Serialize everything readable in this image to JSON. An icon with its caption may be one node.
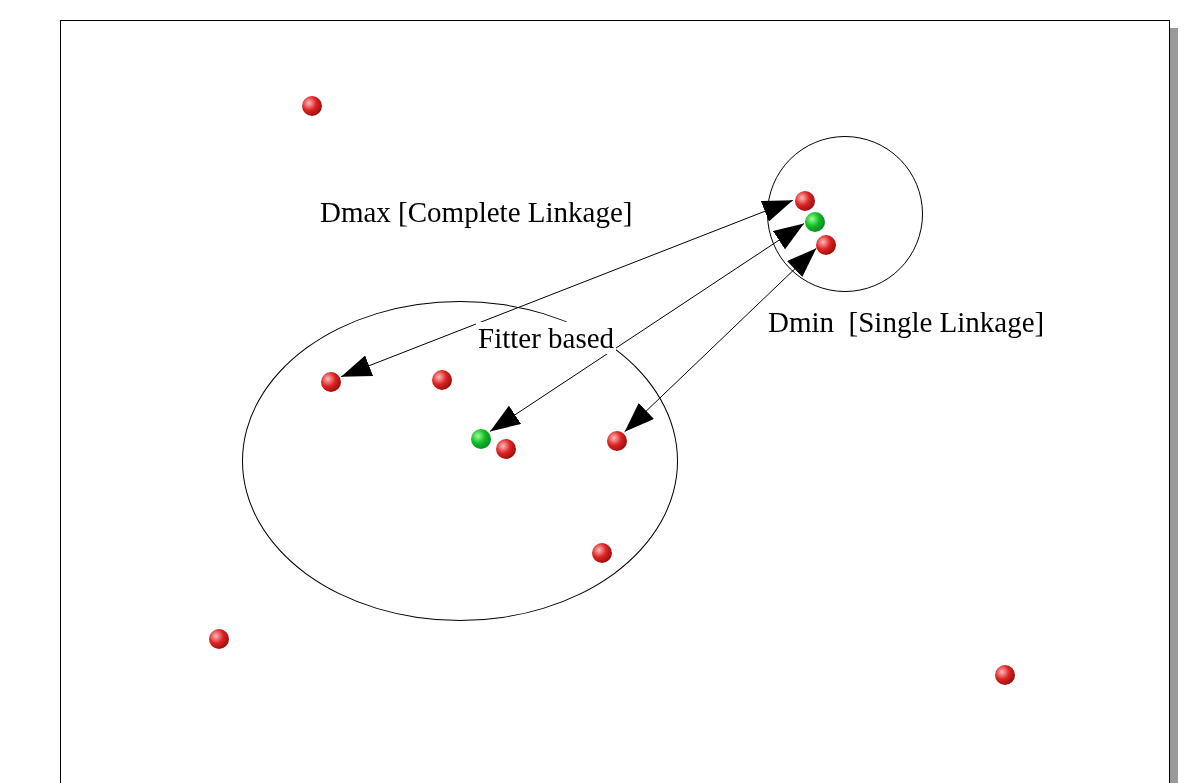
{
  "diagram": {
    "nodes": [
      {
        "text": [],
        "shape": "circle"
      },
      {
        "text": [],
        "shape": "circle"
      },
      {
        "text": [],
        "shape": "circle",
        "in": 1
      },
      {
        "text": [],
        "shape": "circle",
        "in": 1
      },
      {
        "text": [],
        "shape": "circle",
        "in": 1
      },
      {
        "text": [],
        "shape": "ellipse"
      },
      {
        "text": [],
        "shape": "circle",
        "in": 5
      },
      {
        "text": [],
        "shape": "circle",
        "in": 5
      },
      {
        "text": [],
        "shape": "circle",
        "in": 5
      },
      {
        "text": [],
        "shape": "circle",
        "in": 5
      },
      {
        "text": [],
        "shape": "circle",
        "in": 5
      },
      {
        "text": [],
        "shape": "circle",
        "in": 5
      },
      {
        "text": [],
        "shape": "circle"
      },
      {
        "text": [],
        "shape": "circle"
      }
    ],
    "edges": [
      {
        "from": 2,
        "to": 6,
        "arrow": "both",
        "label": "Dmax [Complete Linkage]"
      },
      {
        "from": 3,
        "to": 8,
        "arrow": "both",
        "label": "Fitter based"
      },
      {
        "from": 4,
        "to": 10,
        "arrow": "both",
        "label": "Dmin  [Single Linkage]"
      }
    ]
  }
}
